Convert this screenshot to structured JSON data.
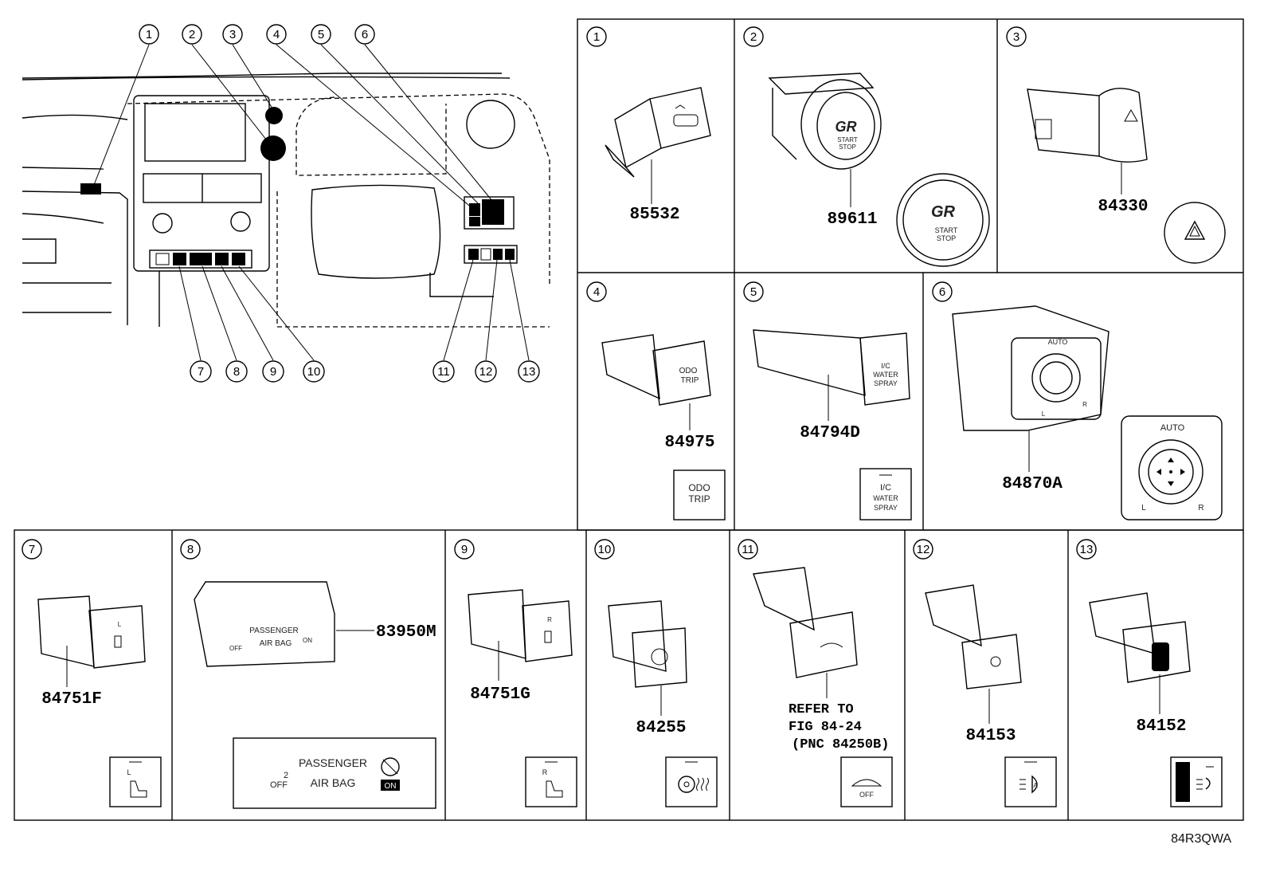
{
  "diagram_code": "84R3QWA",
  "overview": {
    "callouts": [
      "1",
      "2",
      "3",
      "4",
      "5",
      "6",
      "7",
      "8",
      "9",
      "10",
      "11",
      "13",
      "12"
    ]
  },
  "panels": [
    {
      "num": "1",
      "part": "85532"
    },
    {
      "num": "2",
      "part": "89611",
      "button_text": [
        "START",
        "STOP"
      ]
    },
    {
      "num": "3",
      "part": "84330"
    },
    {
      "num": "4",
      "part": "84975",
      "icon_text": [
        "ODO",
        "TRIP"
      ]
    },
    {
      "num": "5",
      "part": "84794D",
      "icon_text": [
        "I/C",
        "WATER",
        "SPRAY"
      ]
    },
    {
      "num": "6",
      "part": "84870A",
      "icon_text": [
        "AUTO",
        "L",
        "R"
      ]
    },
    {
      "num": "7",
      "part": "84751F",
      "icon_text": [
        "L"
      ]
    },
    {
      "num": "8",
      "part": "83950M",
      "icon_text": [
        "PASSENGER",
        "AIR BAG",
        "OFF",
        "ON",
        "2"
      ]
    },
    {
      "num": "9",
      "part": "84751G",
      "icon_text": [
        "R"
      ]
    },
    {
      "num": "10",
      "part": "84255"
    },
    {
      "num": "11",
      "ref_lines": [
        "REFER TO",
        "FIG 84-24",
        "(PNC 84250B)"
      ],
      "icon_text": [
        "OFF"
      ]
    },
    {
      "num": "12",
      "part": "84153",
      "icon_text": [
        "A"
      ]
    },
    {
      "num": "13",
      "part": "84152"
    }
  ]
}
